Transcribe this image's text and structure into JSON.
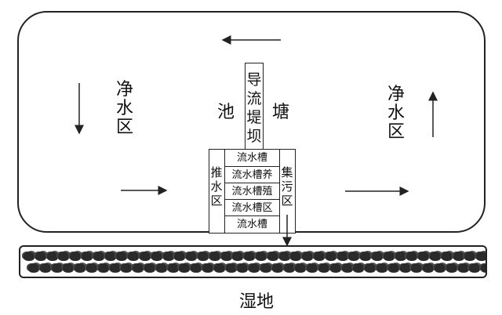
{
  "pond": {
    "center_left": "池",
    "center_right": "塘",
    "left_zone": [
      "净",
      "水",
      "区"
    ],
    "right_zone": [
      "净",
      "水",
      "区"
    ]
  },
  "dam": [
    "导",
    "流",
    "堤",
    "坝"
  ],
  "push_zone": [
    "推",
    "水",
    "区"
  ],
  "collect_zone": [
    "集",
    "污",
    "区"
  ],
  "channels": [
    "流水槽",
    "流水槽养",
    "流水槽殖",
    "流水槽区",
    "流水槽"
  ],
  "wetland": {
    "label": "湿地"
  },
  "colors": {
    "line": "#222222",
    "plant": "#2a2a2a"
  }
}
